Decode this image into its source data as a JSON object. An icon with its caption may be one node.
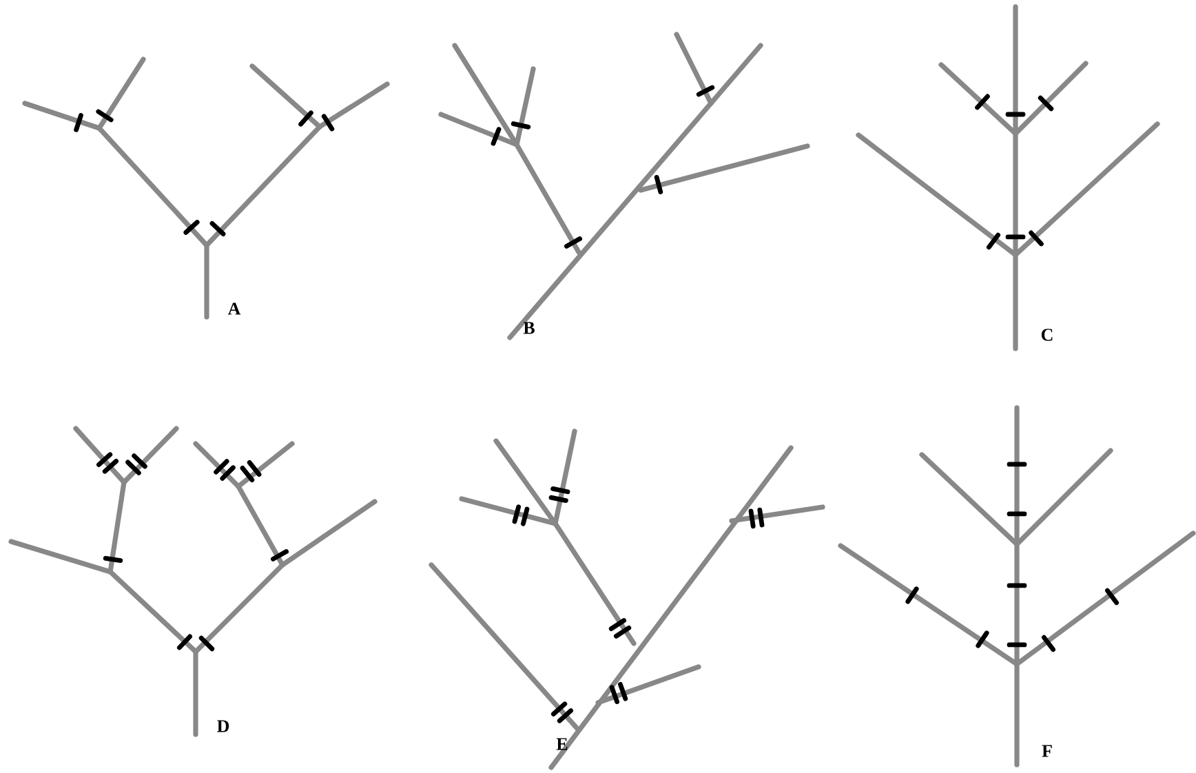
{
  "diagram": {
    "labels": [
      "A",
      "B",
      "C",
      "D",
      "E",
      "F"
    ]
  }
}
